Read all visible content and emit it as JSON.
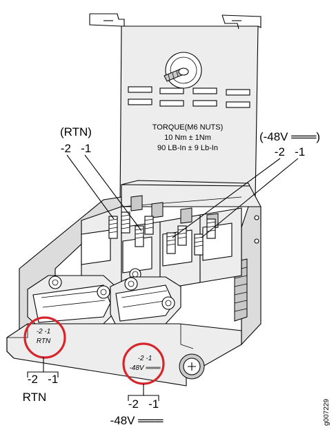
{
  "labels": {
    "top_left_paren": "(RTN)",
    "top_left_terms": "-2   -1",
    "torque_title": "TORQUE(M6 NUTS)",
    "torque_nm": "10 Nm ± 1Nm",
    "torque_lb": "90 LB-In ± 9 Lb-In",
    "top_right_paren": "(-48V ═══)",
    "top_right_terms": "-2   -1",
    "bottom_left_terms": "-2   -1",
    "bottom_left_name": "RTN",
    "bottom_center_terms": "-2   -1",
    "bottom_center_name": "-48V ═══",
    "plate_left_terms": "-2   -1",
    "plate_left_name": "RTN",
    "plate_right_terms": "-2   -1",
    "plate_right_name": "-48V ═══",
    "figure_id": "g007229"
  },
  "colors": {
    "callout_circle": "#d6262b",
    "metal_light": "#ededed",
    "metal_mid": "#dcdcdc",
    "metal_dark": "#c9c9c9"
  }
}
